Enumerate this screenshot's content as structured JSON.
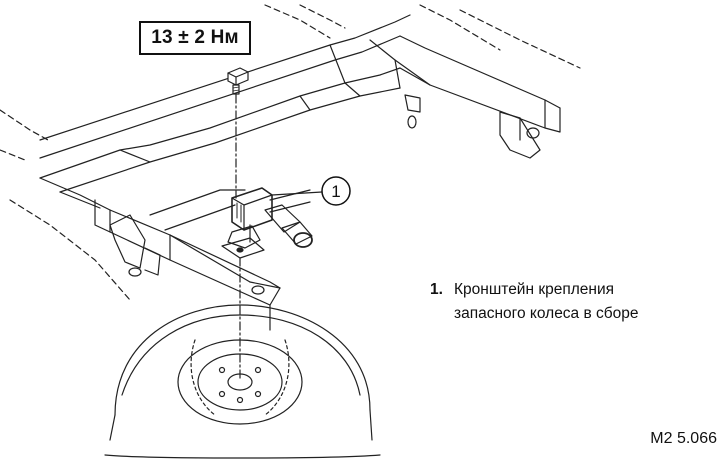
{
  "torque_label": "13 ± 2 Нм",
  "callout": "1",
  "legend": {
    "number": "1.",
    "lines": [
      "Кронштейн крепления",
      "запасного колеса в сборе"
    ]
  },
  "figure_code": "M2 5.066"
}
